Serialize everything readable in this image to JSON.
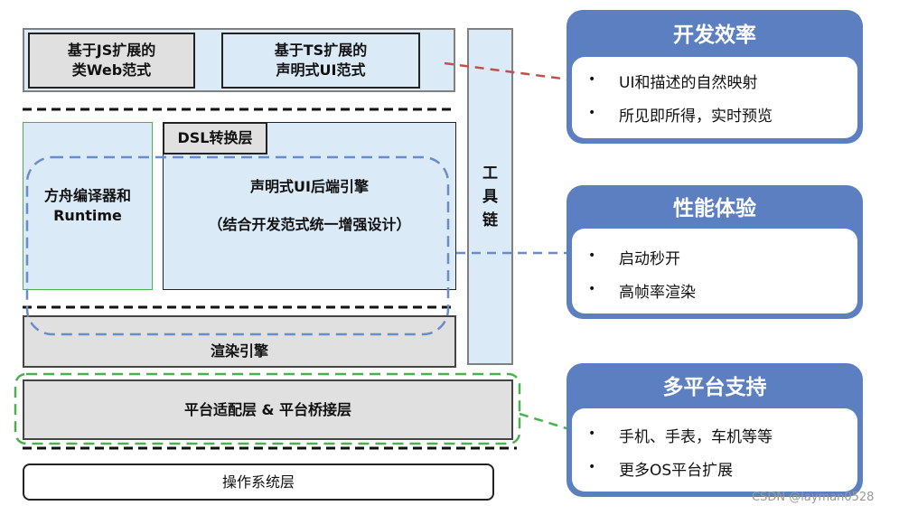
{
  "arch": {
    "top_left": "基于JS扩展的\n类Web范式",
    "top_right": "基于TS扩展的\n声明式UI范式",
    "dsl": "DSL转换层",
    "compiler": "方舟编译器和\nRuntime",
    "backend_title": "声明式UI后端引擎",
    "backend_sub": "（结合开发范式统一增强设计）",
    "render": "渲染引擎",
    "platform": "平台适配层 & 平台桥接层",
    "os": "操作系统层",
    "toolchain": "工\n具\n链"
  },
  "cards": [
    {
      "title": "开发效率",
      "items": [
        "UI和描述的自然映射",
        "所见即所得，实时预览"
      ]
    },
    {
      "title": "性能体验",
      "items": [
        "启动秒开",
        "高帧率渲染"
      ]
    },
    {
      "title": "多平台支持",
      "items": [
        "手机、手表，车机等等",
        "更多OS平台扩展"
      ]
    }
  ],
  "colors": {
    "card_blue": "#5b7fc0",
    "light_blue": "#dbeaf7",
    "gray": "#e0e0e0",
    "red_dash": "#c0504d",
    "blue_dash": "#6a8cc7",
    "green_dash": "#4caf50"
  },
  "watermark": "CSDN @layman0528"
}
